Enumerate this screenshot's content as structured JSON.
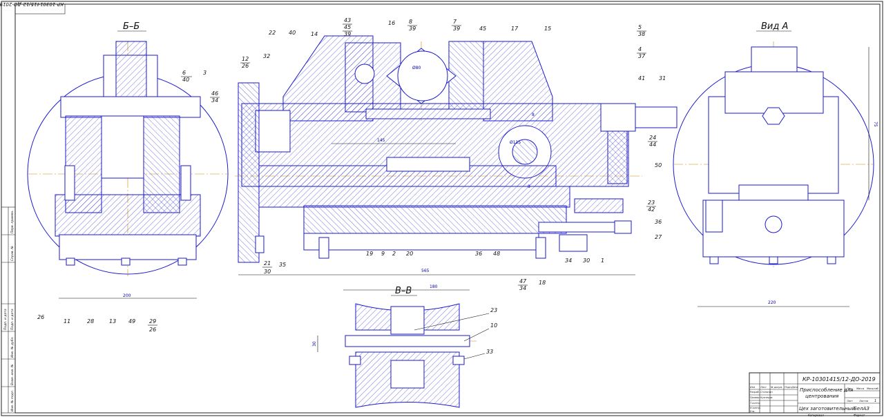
{
  "stamp": {
    "doc_code": "КР-10301415/12-ДО-2019"
  },
  "views": {
    "section_bb": "Б–Б",
    "view_a": "Вид А",
    "section_vv": "В–В"
  },
  "dimensions": {
    "bb_width": "200",
    "main_length": "565",
    "main_inner": "145",
    "main_dia1": "Ø80",
    "main_dia2": "Ø115",
    "main_h1": "8",
    "main_h2": "8",
    "view_a_width": "220",
    "view_a_height": "75",
    "vv_width": "180",
    "vv_height": "30"
  },
  "callouts": {
    "bb": [
      "6",
      "40",
      "3",
      "46",
      "34",
      "26",
      "11",
      "28",
      "13",
      "49",
      "29",
      "26"
    ],
    "main_top": [
      "22",
      "40",
      "14",
      "43",
      "45",
      "39",
      "16",
      "8",
      "39",
      "7",
      "39",
      "45",
      "17",
      "15",
      "5",
      "38",
      "4",
      "37",
      "41",
      "31",
      "12",
      "26",
      "32",
      "24",
      "44",
      "23",
      "42",
      "50",
      "36",
      "27"
    ],
    "main_bottom": [
      "19",
      "9",
      "2",
      "20",
      "36",
      "48",
      "34",
      "30",
      "1",
      "21",
      "35",
      "30",
      "47",
      "34",
      "18"
    ],
    "vv": [
      "23",
      "10",
      "33"
    ]
  },
  "title_block": {
    "code": "КР-10301415/12-ДО-2019",
    "name_line1": "Приспособление для",
    "name_line2": "центрования",
    "dept": "Цех заготовительный",
    "org": "БелАЗ",
    "roles": [
      "Изм",
      "Лист",
      "№ докум.",
      "Подп.",
      "Дата",
      "Разраб.",
      "Провер.",
      "Т.контр.",
      "Н.контр.",
      "Утв."
    ],
    "people": [
      "Стопятин",
      "Кузнецов"
    ],
    "cols": [
      "Лит.",
      "Масса",
      "Масштаб"
    ],
    "sheet": "Лист",
    "sheets": "Листов",
    "sheets_count": "1",
    "copied": "Копировал",
    "format": "Формат"
  },
  "side_strip": [
    "Перв. примен.",
    "Справ. №",
    "Подп. и дата",
    "Инв. № дубл.",
    "Взам. инв. №",
    "Подп. и дата",
    "Инв. № подл."
  ],
  "colors": {
    "line": "#1a1acc",
    "frame": "#222222",
    "centerline": "#cc8800"
  }
}
